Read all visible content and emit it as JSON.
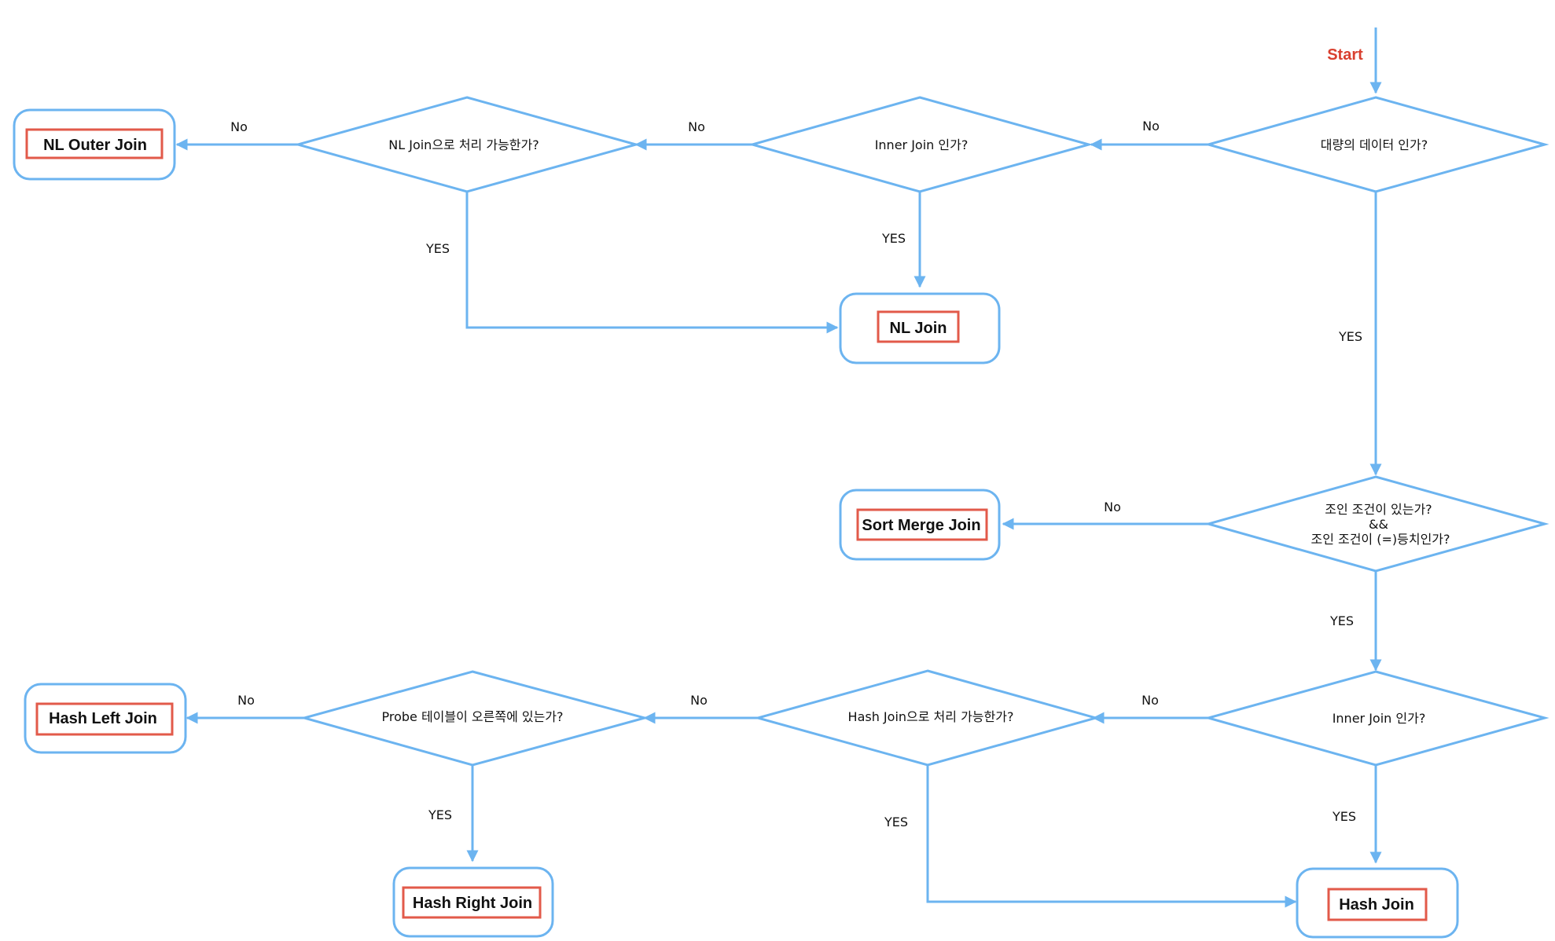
{
  "start": {
    "label": "Start",
    "color": "#d9402f"
  },
  "colors": {
    "line": "#6cb4f0",
    "result_border": "#e25a4a"
  },
  "decisions": {
    "large_data": {
      "lines": [
        "대량의 데이터 인가?"
      ]
    },
    "inner_join_top": {
      "lines": [
        "Inner Join 인가?"
      ]
    },
    "nl_possible": {
      "lines": [
        "NL Join으로 처리 가능한가?"
      ]
    },
    "join_condition": {
      "lines": [
        "조인 조건이 있는가?",
        "&&",
        "조인 조건이 (=)등치인가?"
      ]
    },
    "inner_join_bottom": {
      "lines": [
        "Inner Join 인가?"
      ]
    },
    "hash_possible": {
      "lines": [
        "Hash Join으로 처리 가능한가?"
      ]
    },
    "probe_right": {
      "lines": [
        "Probe 테이블이 오른쪽에 있는가?"
      ]
    }
  },
  "results": {
    "nl_outer_join": "NL Outer Join",
    "nl_join": "NL Join",
    "sort_merge_join": "Sort Merge Join",
    "hash_left_join": "Hash Left Join",
    "hash_right_join": "Hash Right Join",
    "hash_join": "Hash Join"
  },
  "edge_labels": {
    "no": "No",
    "yes": "YES"
  }
}
